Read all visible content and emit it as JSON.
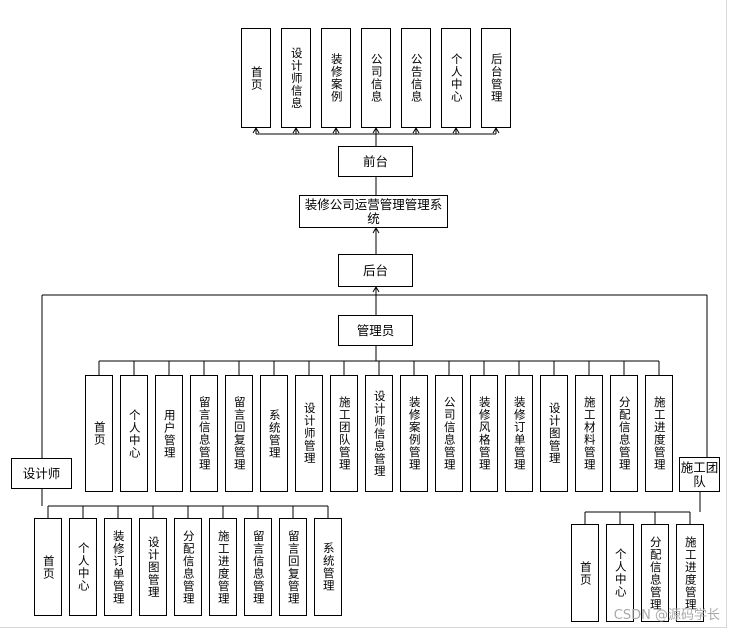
{
  "diagram": {
    "front_nodes": [
      "首页",
      "设计师信息",
      "装修案例",
      "公司信息",
      "公告信息",
      "个人中心",
      "后台管理"
    ],
    "front_label": "前台",
    "system_title": "装修公司运营管理管理系统",
    "backend_label": "后台",
    "admin_label": "管理员",
    "admin_nodes": [
      "首页",
      "个人中心",
      "用户管理",
      "留言信息管理",
      "留言回复管理",
      "系统管理",
      "设计师管理",
      "施工团队管理",
      "设计师信息管理",
      "装修案例管理",
      "公司信息管理",
      "装修风格管理",
      "装修订单管理",
      "设计图管理",
      "施工材料管理",
      "分配信息管理",
      "施工进度管理"
    ],
    "designer_label": "设计师",
    "designer_nodes": [
      "首页",
      "个人中心",
      "装修订单管理",
      "设计图管理",
      "分配信息管理",
      "施工进度管理",
      "留言信息管理",
      "留言回复管理",
      "系统管理"
    ],
    "team_label": "施工团队",
    "team_nodes": [
      "首页",
      "个人中心",
      "分配信息管理",
      "施工进度管理"
    ]
  },
  "watermark": "CSDN @源码学长"
}
